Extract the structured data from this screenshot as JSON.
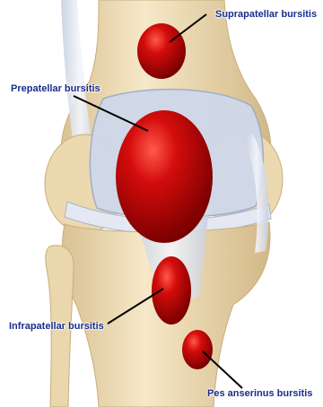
{
  "diagram": {
    "labels": {
      "suprapatellar": "Suprapatellar bursitis",
      "prepatellar": "Prepatellar bursitis",
      "infrapatellar": "Infrapatellar bursitis",
      "pes_anserinus": "Pes anserinus bursitis"
    },
    "colors": {
      "label_text": "#1a2e8c",
      "bursa_fill": "#c00000",
      "bursa_dark": "#7a0000",
      "bone": "#f0dfb8",
      "bone_shade": "#d9c193",
      "cartilage": "#c9d3e6",
      "tendon": "#e8ecf4",
      "leader_line": "#000000"
    }
  }
}
